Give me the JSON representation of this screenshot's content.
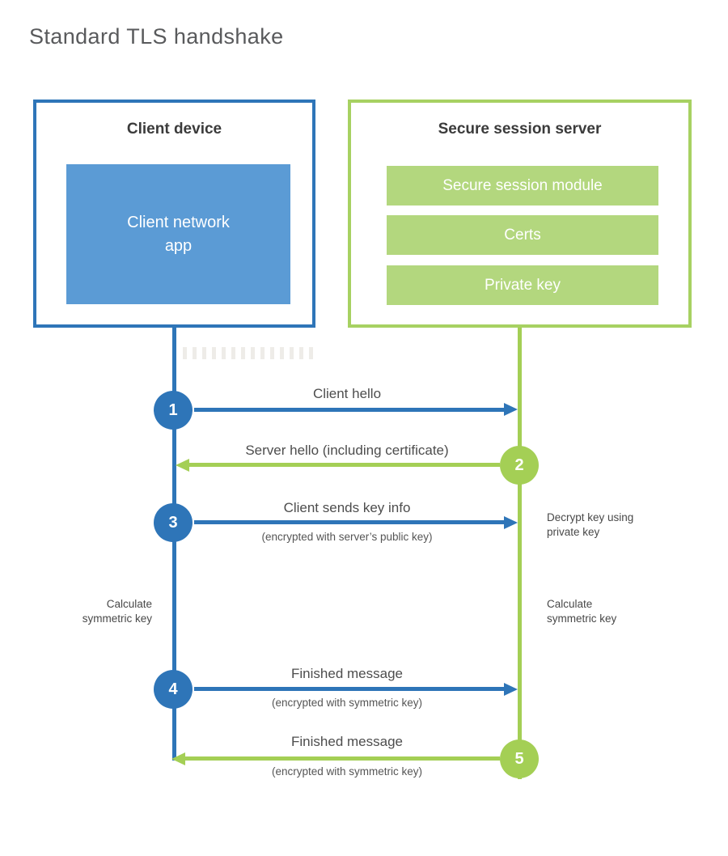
{
  "title": "Standard TLS handshake",
  "colors": {
    "blue_accent": "#2e75b8",
    "blue_fill": "#5b9bd5",
    "green_accent": "#a4cf55",
    "green_border": "#a7d162",
    "green_fill": "#b3d77e",
    "title_text": "#595a5c",
    "heading_text": "#3b3b3b",
    "label_text": "#4d4d4d"
  },
  "client": {
    "title": "Client device",
    "app_label": "Client network\napp"
  },
  "server": {
    "title": "Secure session server",
    "modules": [
      "Secure session module",
      "Certs",
      "Private key"
    ]
  },
  "messages": [
    {
      "step": "1",
      "label": "Client hello",
      "sublabel": "",
      "from": "client",
      "to": "server"
    },
    {
      "step": "2",
      "label": "Server hello (including certificate)",
      "sublabel": "",
      "from": "server",
      "to": "client"
    },
    {
      "step": "3",
      "label": "Client sends key info",
      "sublabel": "(encrypted with server’s public key)",
      "from": "client",
      "to": "server"
    },
    {
      "step": "4",
      "label": "Finished message",
      "sublabel": "(encrypted with symmetric key)",
      "from": "client",
      "to": "server"
    },
    {
      "step": "5",
      "label": "Finished message",
      "sublabel": "(encrypted with symmetric key)",
      "from": "server",
      "to": "client"
    }
  ],
  "notes": {
    "decrypt": "Decrypt key using\nprivate key",
    "calc_left": "Calculate\nsymmetric key",
    "calc_right": "Calculate\nsymmetric key"
  }
}
